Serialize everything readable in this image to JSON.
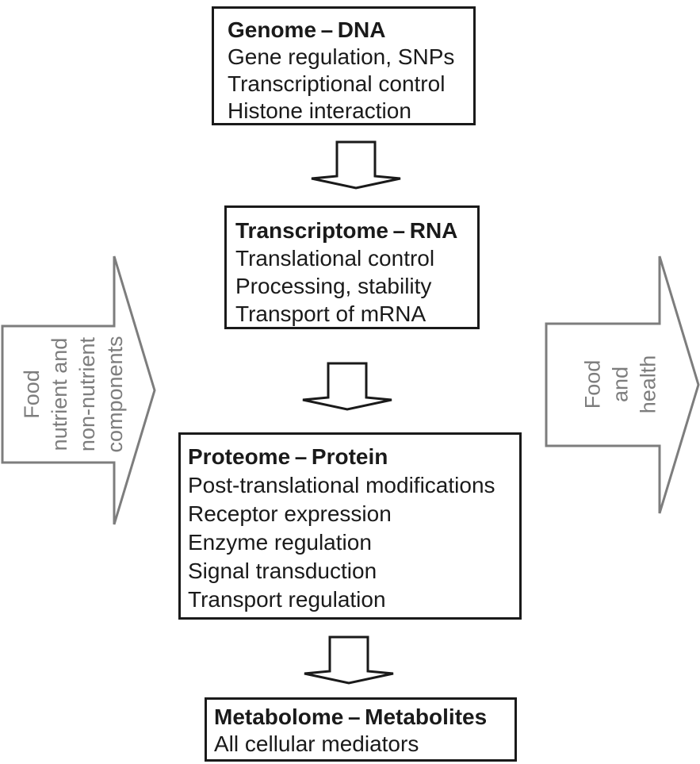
{
  "diagram": {
    "boxes": [
      {
        "id": "genome",
        "title": "Genome – DNA",
        "lines": [
          "Gene regulation, SNPs",
          "Transcriptional control",
          "Histone interaction"
        ]
      },
      {
        "id": "transcriptome",
        "title": "Transcriptome – RNA",
        "lines": [
          "Translational control",
          "Processing, stability",
          "Transport of mRNA"
        ]
      },
      {
        "id": "proteome",
        "title": "Proteome – Protein",
        "lines": [
          "Post-translational modifications",
          "Receptor expression",
          "Enzyme regulation",
          "Signal transduction",
          "Transport regulation"
        ]
      },
      {
        "id": "metabolome",
        "title": "Metabolome – Metabolites",
        "lines": [
          "All cellular mediators"
        ]
      }
    ],
    "left_arrow": {
      "icon": "block-right-arrow",
      "lines": [
        "Food",
        "nutrient and",
        "non-nutrient",
        "components"
      ]
    },
    "right_arrow": {
      "icon": "block-right-arrow",
      "lines": [
        "Food",
        "and",
        "health"
      ]
    },
    "down_arrow_icon": "block-down-arrow",
    "colors": {
      "box_border": "#1a1a1a",
      "box_text": "#1a1a1a",
      "side_arrow_outline": "#7d7d7d",
      "side_arrow_text": "#7d7d7d",
      "background": "#ffffff"
    }
  }
}
